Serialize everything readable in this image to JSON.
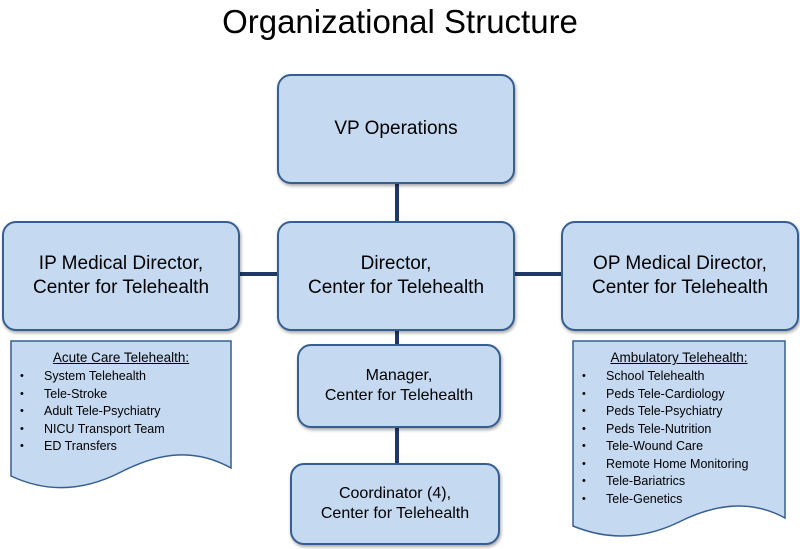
{
  "title": "Organizational Structure",
  "nodes": {
    "vp": "VP Operations",
    "director": {
      "line1": "Director,",
      "line2": "Center for Telehealth"
    },
    "ip_director": {
      "line1": "IP Medical Director,",
      "line2": "Center for Telehealth"
    },
    "op_director": {
      "line1": "OP Medical Director,",
      "line2": "Center for Telehealth"
    },
    "manager": {
      "line1": "Manager,",
      "line2": "Center for Telehealth"
    },
    "coordinator": {
      "line1": "Coordinator (4),",
      "line2": "Center for Telehealth"
    }
  },
  "acute_care": {
    "heading": "Acute Care Telehealth:",
    "items": [
      "System Telehealth",
      "Tele-Stroke",
      "Adult Tele-Psychiatry",
      "NICU Transport Team",
      "ED Transfers"
    ]
  },
  "ambulatory": {
    "heading": "Ambulatory Telehealth:",
    "items": [
      "School Telehealth",
      "Peds Tele-Cardiology",
      "Peds Tele-Psychiatry",
      "Peds Tele-Nutrition",
      "Tele-Wound Care",
      "Remote Home Monitoring",
      "Tele-Bariatrics",
      "Tele-Genetics"
    ]
  },
  "colors": {
    "box_fill": "#c5d9f1",
    "box_border": "#365f91",
    "connector": "#1f3864"
  }
}
